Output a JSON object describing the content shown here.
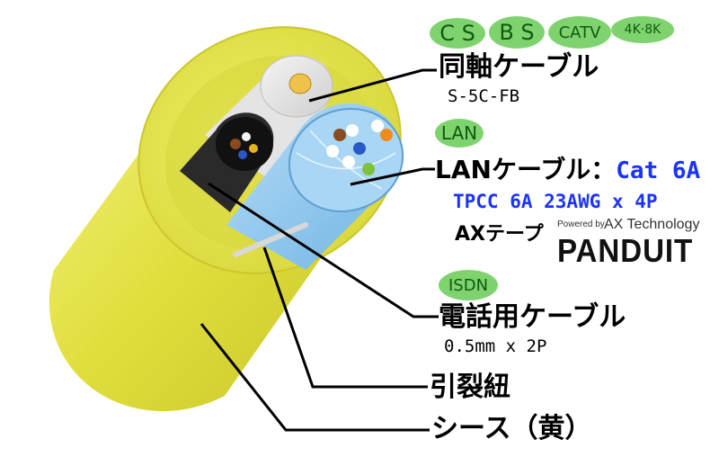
{
  "badges": {
    "cs": "C S",
    "bs": "B S",
    "catv": "CATV",
    "k48": "4K·8K",
    "lan": "LAN",
    "isdn": "ISDN"
  },
  "labels": {
    "coax": "同軸ケーブル",
    "coax_spec": "S-5C-FB",
    "lan": "LANケーブル：",
    "lan_cat": "Cat 6A",
    "lan_spec": "TPCC 6A 23AWG x 4P",
    "ax_tape": "AXテープ",
    "phone": "電話用ケーブル",
    "phone_spec": "0.5mm x 2P",
    "ripcord": "引裂紐",
    "sheath": "シース（黄）"
  },
  "brand": {
    "powered_by": "Powered by",
    "ax_technology": "AX Technology",
    "panduit": "PANDUIT"
  },
  "colors": {
    "sheath": "#e6e44a",
    "badge": "#7fd36f",
    "spec_blue": "#1a33ff",
    "lan_jacket": "#8cc8f0",
    "coax_jacket": "#e6e6e6"
  }
}
